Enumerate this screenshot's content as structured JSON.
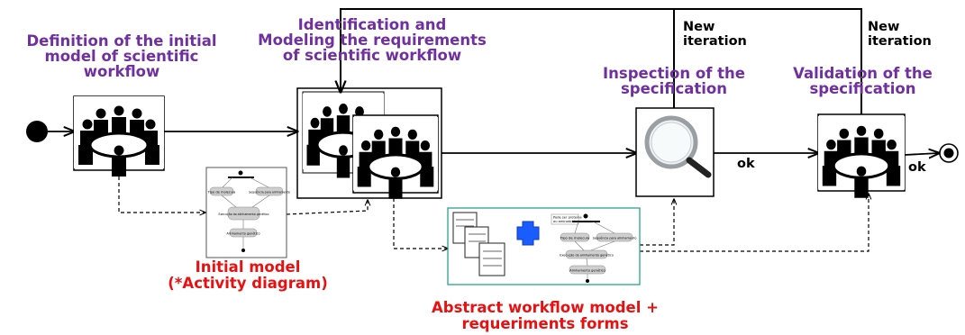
{
  "labels": {
    "step1": [
      "Definition of the initial",
      "model of scientific",
      "workflow"
    ],
    "step2": [
      "Identification and",
      "Modeling the requirements",
      "of scientific workflow"
    ],
    "step3": [
      "Inspection of the",
      "specification"
    ],
    "step4": [
      "Validation of the",
      "specification"
    ],
    "iteration_a": [
      "New",
      "iteration"
    ],
    "iteration_b": [
      "New",
      "iteration"
    ],
    "ok_a": "ok",
    "ok_b": "ok",
    "artifact1": [
      "Initial model",
      "(*Activity diagram)"
    ],
    "artifact2": [
      "Abstract workflow model +",
      "requeriments forms"
    ]
  },
  "mini_diagram": {
    "nodes": [
      "Tipo de molecula",
      "Sequência para alinhamento",
      "Execução do alinhamento genético",
      "Alinhamento genético"
    ],
    "note": [
      "Pode ser proteína",
      "ou aminoácido"
    ]
  },
  "colors": {
    "purple": "#7030a0",
    "red": "#e81010",
    "teal": "#2aa38a",
    "blue_connector": "#1a5cff"
  },
  "icons": [
    "meeting-icon",
    "magnifier-icon",
    "form-pages-icon",
    "connector-icon",
    "start-node-icon",
    "end-node-icon"
  ]
}
